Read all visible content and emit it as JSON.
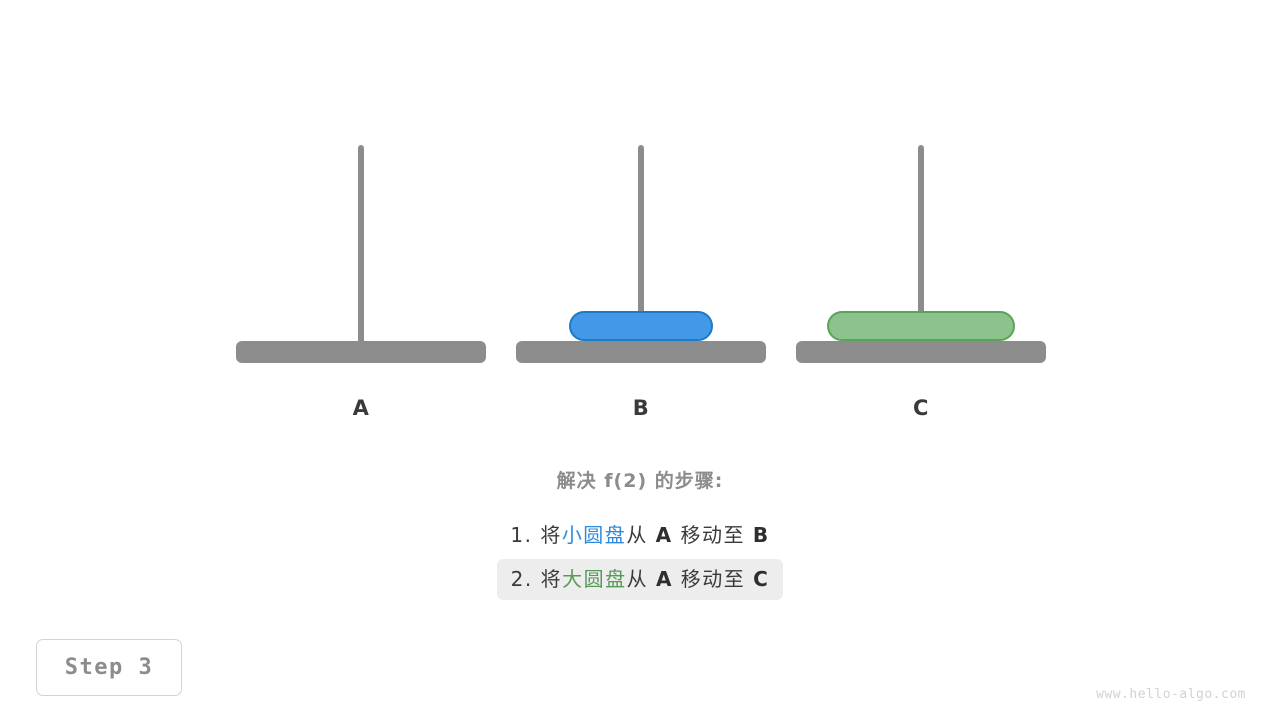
{
  "diagram": {
    "type": "tower-of-hanoi",
    "pegs": [
      {
        "label": "A",
        "disks": []
      },
      {
        "label": "B",
        "disks": [
          {
            "size": "small",
            "color": "#4398e8"
          }
        ]
      },
      {
        "label": "C",
        "disks": [
          {
            "size": "large",
            "color": "#8cc28c"
          }
        ]
      }
    ]
  },
  "steps": {
    "title": "解决 f(2) 的步骤:",
    "items": [
      {
        "index": "1. ",
        "verb": "将",
        "disk": "小圆盘",
        "disk_color": "#2e8bdc",
        "from_word": "从",
        "from": "A",
        "move_word": "移动至",
        "to": "B",
        "highlighted": false
      },
      {
        "index": "2. ",
        "verb": "将",
        "disk": "大圆盘",
        "disk_color": "#569a56",
        "from_word": "从",
        "from": "A",
        "move_word": "移动至",
        "to": "C",
        "highlighted": true
      }
    ]
  },
  "badge": {
    "label": "Step 3"
  },
  "watermark": {
    "text": "www.hello-algo.com"
  },
  "colors": {
    "peg_gray": "#8c8c8c",
    "small_disk_fill": "#4398e8",
    "small_disk_border": "#1d7bc6",
    "large_disk_fill": "#8cc28c",
    "large_disk_border": "#5ba35b",
    "highlight_bg": "#ededed",
    "text_dark": "#3a3a3a",
    "text_gray": "#8c8c8c"
  }
}
